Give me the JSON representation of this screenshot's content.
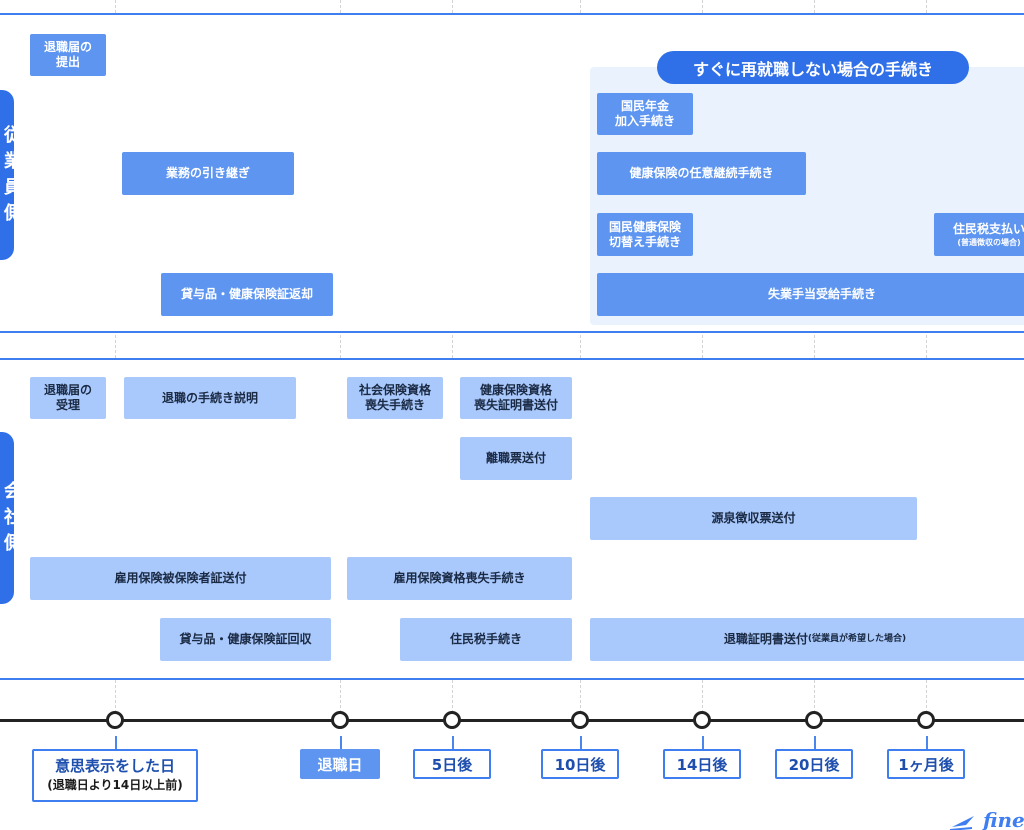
{
  "sections": {
    "employee": {
      "tab_label": "従業員側"
    },
    "company": {
      "tab_label": "会社側"
    }
  },
  "no_reemployment": {
    "title": "すぐに再就職しない場合の手続き"
  },
  "employee_tasks": {
    "resignation_submit": "退職届の\n提出",
    "handover": "業務の引き継ぎ",
    "return_items": "貸与品・健康保険証返却",
    "national_pension": "国民年金\n加入手続き",
    "health_continuation": "健康保険の任意継続手続き",
    "nhi_switch": "国民健康保険\n切替え手続き",
    "resident_tax_pay": "住民税支払い",
    "resident_tax_pay_note": "(普通徴収の場合)",
    "unemployment": "失業手当受給手続き"
  },
  "company_tasks": {
    "resignation_receive": "退職届の\n受理",
    "procedure_explain": "退職の手続き説明",
    "social_insurance_loss": "社会保険資格\n喪失手続き",
    "health_loss_cert": "健康保険資格\n喪失証明書送付",
    "separation_slip": "離職票送付",
    "withholding_slip": "源泉徴収票送付",
    "employment_insurance_card": "雇用保険被保険者証送付",
    "employment_insurance_loss": "雇用保険資格喪失手続き",
    "collect_items": "貸与品・健康保険証回収",
    "resident_tax_proc": "住民税手続き",
    "employment_cert": "退職証明書送付",
    "employment_cert_note": "(従業員が希望した場合)"
  },
  "timeline": {
    "intent": "意思表示をした日",
    "intent_note": "(退職日より14日以上前)",
    "retirement": "退職日",
    "d5": "5日後",
    "d10": "10日後",
    "d14": "14日後",
    "d20": "20日後",
    "m1": "1ヶ月後"
  },
  "logo_text": "fine",
  "colors": {
    "accent": "#3f7ef0",
    "employee_box": "#5d95f0",
    "company_box": "#a9c8fb",
    "panel_bg": "#eaf2fd",
    "timeline": "#222222"
  }
}
